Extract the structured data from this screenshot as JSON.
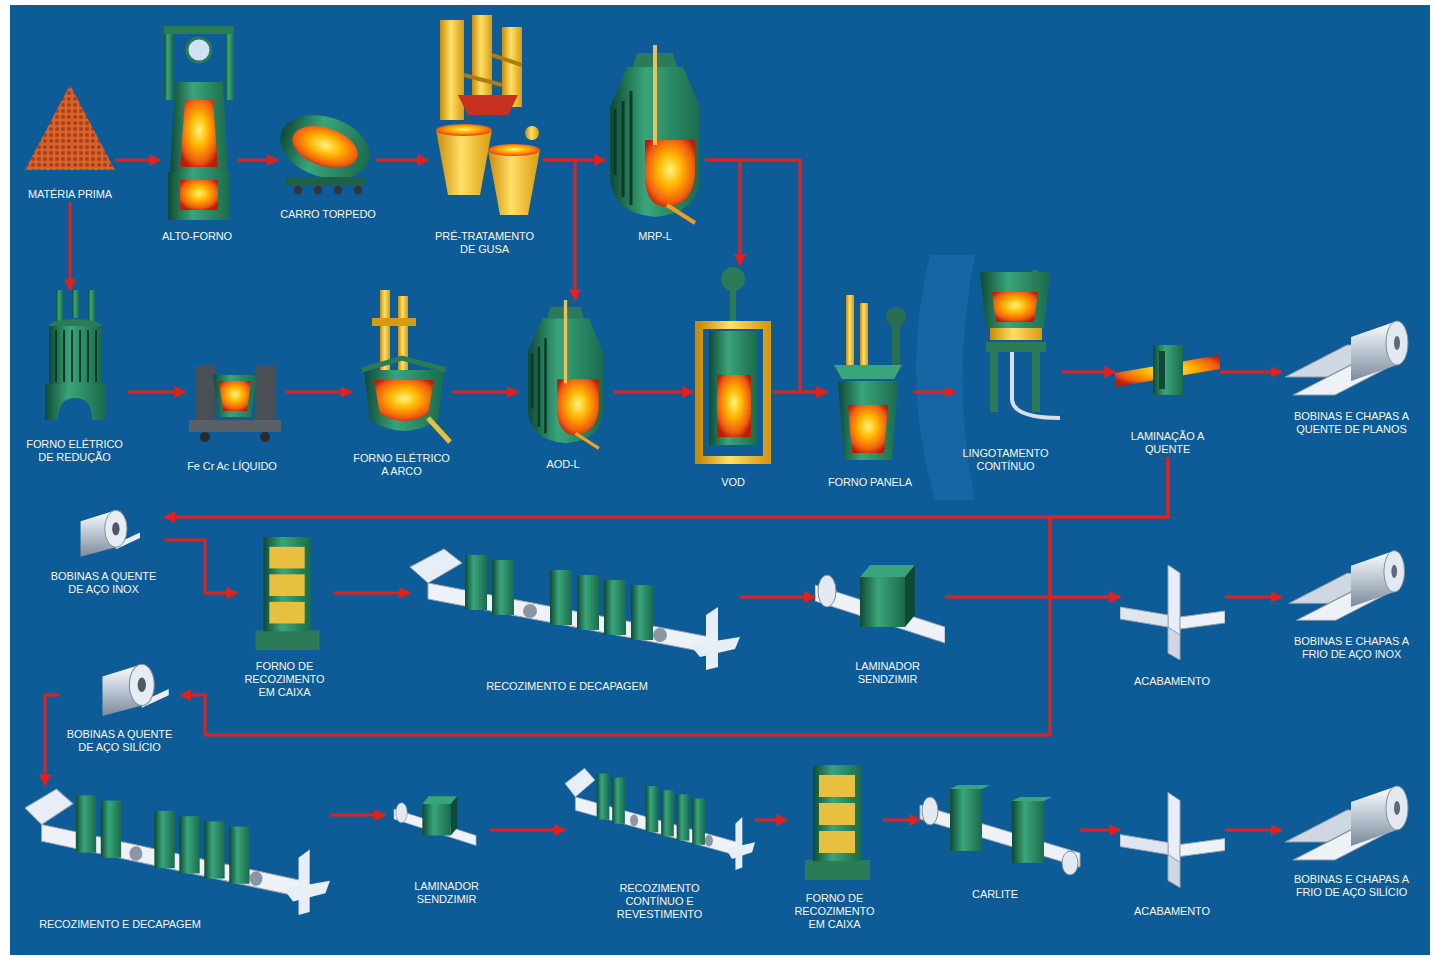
{
  "diagram": {
    "nodes": [
      {
        "text": [
          "MATÉRIA PRIMA"
        ]
      },
      {
        "text": [
          "ALTO-FORNO"
        ]
      },
      {
        "text": [
          "CARRO TORPEDO"
        ]
      },
      {
        "text": [
          "PRÉ-TRATAMENTO DE GUSA"
        ]
      },
      {
        "text": [
          "MRP-L"
        ]
      },
      {
        "text": [
          "FORNO ELÉTRICO DE REDUÇÃO"
        ]
      },
      {
        "text": [
          "Fe Cr Ac LÍQUIDO"
        ]
      },
      {
        "text": [
          "FORNO ELÉTRICO A ARCO"
        ]
      },
      {
        "text": [
          "AOD-L"
        ]
      },
      {
        "text": [
          "VOD"
        ]
      },
      {
        "text": [
          "FORNO PANELA"
        ]
      },
      {
        "text": [
          "LINGOTAMENTO CONTÍNUO"
        ]
      },
      {
        "text": [
          "LAMINAÇÃO A QUENTE"
        ]
      },
      {
        "text": [
          "BOBINAS E CHAPAS A QUENTE DE PLANOS"
        ]
      },
      {
        "text": [
          "BOBINAS A QUENTE DE AÇO INOX"
        ]
      },
      {
        "text": [
          "FORNO DE RECOZIMENTO EM CAIXA"
        ]
      },
      {
        "text": [
          "RECOZIMENTO E DECAPAGEM"
        ]
      },
      {
        "text": [
          "LAMINADOR SENDZIMIR"
        ]
      },
      {
        "text": [
          "ACABAMENTO"
        ]
      },
      {
        "text": [
          "BOBINAS E CHAPAS A FRIO DE AÇO INOX"
        ]
      },
      {
        "text": [
          "BOBINAS A QUENTE DE AÇO SILÍCIO"
        ]
      },
      {
        "text": [
          "RECOZIMENTO E DECAPAGEM"
        ]
      },
      {
        "text": [
          "LAMINADOR SENDZIMIR"
        ]
      },
      {
        "text": [
          "RECOZIMENTO CONTÍNUO E REVESTIMENTO"
        ]
      },
      {
        "text": [
          "FORNO DE RECOZIMENTO EM CAIXA"
        ]
      },
      {
        "text": [
          "CARLITE"
        ]
      },
      {
        "text": [
          "ACABAMENTO"
        ]
      },
      {
        "text": [
          "BOBINAS E CHAPAS A FRIO DE AÇO SILÍCIO"
        ]
      }
    ],
    "edges": [
      {
        "from": 0,
        "to": 1,
        "arrow": "to"
      },
      {
        "from": 1,
        "to": 2,
        "arrow": "to"
      },
      {
        "from": 2,
        "to": 3,
        "arrow": "to"
      },
      {
        "from": 3,
        "to": 4,
        "arrow": "to"
      },
      {
        "from": 3,
        "to": 8,
        "arrow": "to"
      },
      {
        "from": 4,
        "to": 9,
        "arrow": "to"
      },
      {
        "from": 4,
        "to": 10,
        "arrow": "to"
      },
      {
        "from": 0,
        "to": 5,
        "arrow": "to"
      },
      {
        "from": 5,
        "to": 6,
        "arrow": "to"
      },
      {
        "from": 6,
        "to": 7,
        "arrow": "to"
      },
      {
        "from": 7,
        "to": 8,
        "arrow": "to"
      },
      {
        "from": 8,
        "to": 9,
        "arrow": "to"
      },
      {
        "from": 9,
        "to": 10,
        "arrow": "to"
      },
      {
        "from": 10,
        "to": 11,
        "arrow": "to"
      },
      {
        "from": 11,
        "to": 12,
        "arrow": "to"
      },
      {
        "from": 12,
        "to": 13,
        "arrow": "to"
      },
      {
        "from": 12,
        "to": 14,
        "arrow": "to"
      },
      {
        "from": 12,
        "to": 20,
        "arrow": "to"
      },
      {
        "from": 12,
        "to": 18,
        "arrow": "to"
      },
      {
        "from": 14,
        "to": 15,
        "arrow": "to"
      },
      {
        "from": 15,
        "to": 16,
        "arrow": "to"
      },
      {
        "from": 16,
        "to": 17,
        "arrow": "to"
      },
      {
        "from": 17,
        "to": 18,
        "arrow": "to"
      },
      {
        "from": 18,
        "to": 19,
        "arrow": "to"
      },
      {
        "from": 20,
        "to": 21,
        "arrow": "to"
      },
      {
        "from": 21,
        "to": 22,
        "arrow": "to"
      },
      {
        "from": 22,
        "to": 23,
        "arrow": "to"
      },
      {
        "from": 23,
        "to": 24,
        "arrow": "to"
      },
      {
        "from": 24,
        "to": 25,
        "arrow": "to"
      },
      {
        "from": 25,
        "to": 26,
        "arrow": "to"
      },
      {
        "from": 26,
        "to": 27,
        "arrow": "to"
      }
    ]
  }
}
